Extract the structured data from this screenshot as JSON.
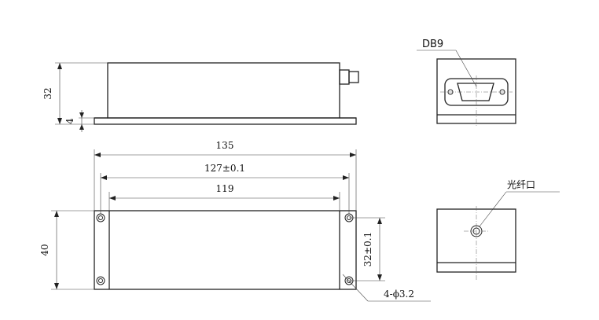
{
  "dimensions": {
    "side_height": "32",
    "flange_thickness": "4",
    "overall_length": "135",
    "hole_spacing_length": "127±0.1",
    "body_length": "119",
    "overall_width": "40",
    "hole_spacing_width": "32±0.1",
    "holes": "4-ϕ3.2"
  },
  "labels": {
    "connector": "DB9",
    "fiber_port": "光纤口"
  },
  "colors": {
    "line": "#222222",
    "background": "#ffffff"
  }
}
